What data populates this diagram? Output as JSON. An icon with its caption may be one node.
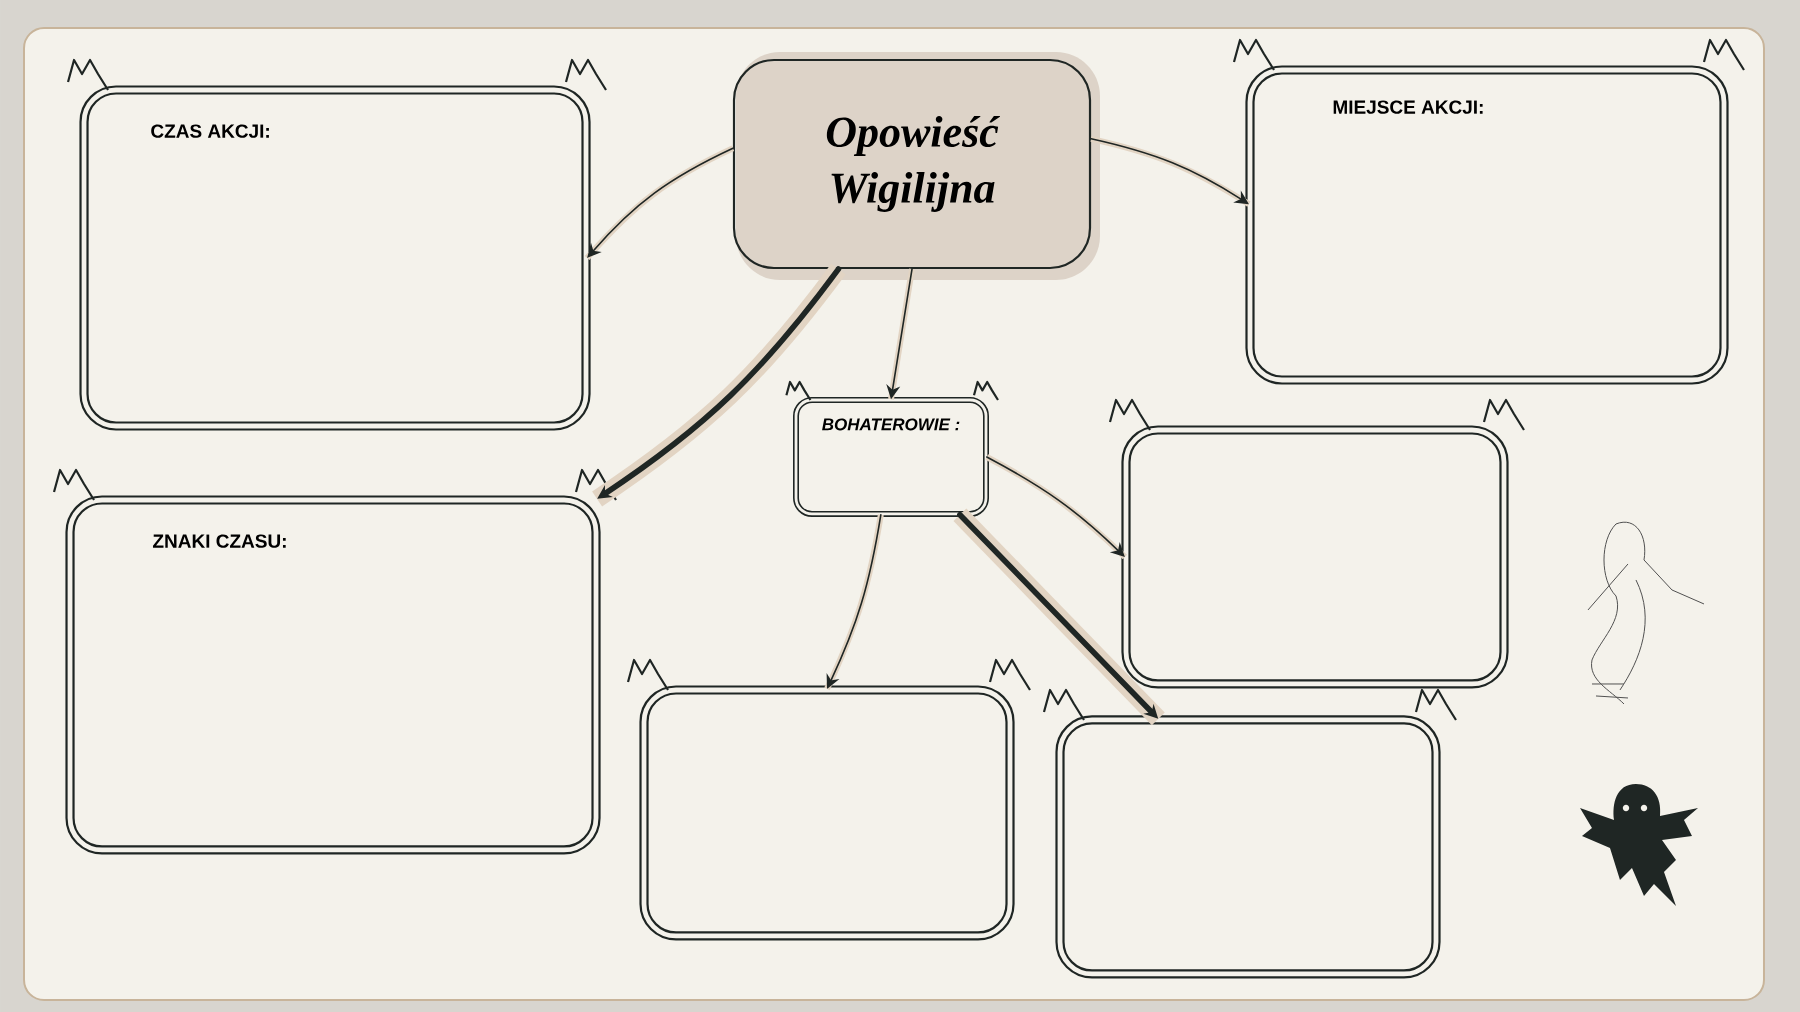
{
  "diagram": {
    "nodes": [
      {
        "text": [
          "Opowieść Wigilijna"
        ]
      },
      {
        "text": [
          "CZAS AKCJI:"
        ]
      },
      {
        "text": [
          "MIEJSCE AKCJI:"
        ]
      },
      {
        "text": [
          "ZNAKI CZASU:"
        ]
      },
      {
        "text": [
          "BOHATEROWIE :"
        ]
      },
      {
        "text": [],
        "shape": "box"
      },
      {
        "text": [],
        "shape": "box"
      },
      {
        "text": [],
        "shape": "box"
      }
    ],
    "edges": [
      {
        "from": 0,
        "to": 1,
        "arrow": "to"
      },
      {
        "from": 0,
        "to": 2,
        "arrow": "to"
      },
      {
        "from": 0,
        "to": 3,
        "arrow": "to",
        "style": "thick"
      },
      {
        "from": 0,
        "to": 4,
        "arrow": "to"
      },
      {
        "from": 4,
        "to": 5,
        "arrow": "to"
      },
      {
        "from": 4,
        "to": 6,
        "arrow": "to"
      },
      {
        "from": 4,
        "to": 7,
        "arrow": "to",
        "style": "thick"
      }
    ]
  }
}
